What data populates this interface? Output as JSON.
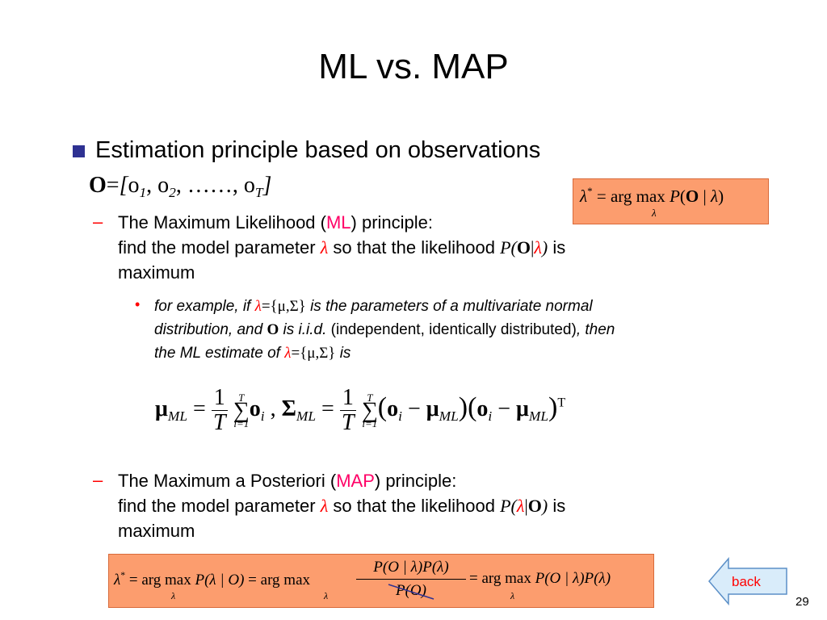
{
  "title": "ML vs. MAP",
  "bullet1": {
    "text": "Estimation principle based on observations",
    "obs_O": "O",
    "obs_eq": "=",
    "obs_open": "[",
    "obs_o": "o",
    "obs_s1": "1",
    "obs_s2": "2",
    "obs_dots": "……,",
    "obs_sT": "T",
    "obs_close": "]"
  },
  "ml_box": {
    "lambda": "λ",
    "star": "*",
    "eq": "=",
    "argmax": "arg max",
    "P": "P",
    "open": "(",
    "O": "O",
    "bar": "|",
    "lam2": "λ",
    "close": ")",
    "under": "λ"
  },
  "ml": {
    "line1_pre": "The Maximum Likelihood  (",
    "abbr": "ML",
    "line1_post": ") principle:",
    "line2_pre": "find the model parameter",
    "lambda": "λ",
    "line2_mid": "so that the likelihood",
    "lik_P": "P(",
    "lik_O": "O",
    "lik_bar": "|",
    "lik_lam": "λ",
    "lik_close": ")",
    "line2_post": "is",
    "line3": "maximum"
  },
  "example": {
    "t1": "for example, if",
    "lam": "λ",
    "set": "={μ,Σ}",
    "t2": "is the parameters of a multivariate normal",
    "t3": "distribution, and",
    "O": "O",
    "t4": "is i.i.d.",
    "t5": "(independent, identically distributed)",
    "t6": ", then",
    "t7": "the ML estimate of",
    "lam2": "λ",
    "set2": "={μ,Σ}",
    "t8": "is"
  },
  "estimate": {
    "mu": "μ",
    "ml_sub": "ML",
    "eq": "=",
    "one": "1",
    "T": "T",
    "sum": "∑",
    "upper": "T",
    "lower": "i=1",
    "o": "o",
    "i_sub": "i",
    "comma": ",",
    "Sigma": "Σ",
    "minus": "−",
    "lp": "(",
    "rp": ")",
    "transpose": "T"
  },
  "map": {
    "line1_pre": "The Maximum a Posteriori (",
    "abbr": "MAP",
    "line1_post": ") principle:",
    "line2_pre": "find the model parameter",
    "lambda": "λ",
    "line2_mid": "so that the likelihood",
    "lik_P": "P(",
    "lik_lam": "λ",
    "lik_bar": "|",
    "lik_O": "O",
    "lik_close": ")",
    "line2_post": "is",
    "line3": "maximum"
  },
  "map_box": {
    "lambda": "λ",
    "star": "*",
    "eq": "=",
    "argmax": "arg max",
    "under": "λ",
    "term1": "P(λ | O)",
    "num": "P(O | λ)P(λ)",
    "den": "P(O)",
    "term3": "P(O | λ)P(λ)"
  },
  "back": {
    "label": "back"
  },
  "page_number": "29",
  "colors": {
    "bullet": "#2e3192",
    "accent_red": "#ff0000",
    "accent_magenta": "#ff0066",
    "box_fill": "#fc9d6e"
  }
}
